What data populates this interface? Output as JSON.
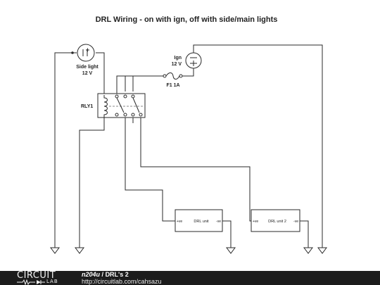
{
  "diagram": {
    "title": "DRL Wiring - on with ign, off with side/main lights",
    "side_light": {
      "name": "Side light",
      "voltage": "12 V"
    },
    "ignition": {
      "name": "Ign",
      "voltage": "12 V"
    },
    "fuse": {
      "label": "F1 1A"
    },
    "relay": {
      "label": "RLY1"
    },
    "drl_units": [
      {
        "label": "DRL unit",
        "pos": "+ve",
        "neg": "-ve"
      },
      {
        "label": "DRL unit 2",
        "pos": "+ve",
        "neg": "-ve"
      }
    ]
  },
  "footer": {
    "logo_top": "CIRCUIT",
    "logo_bottom": "LAB",
    "author": "n204u",
    "separator": "/",
    "project": "DRL's 2",
    "url": "http://circuitlab.com/cahsazu"
  },
  "colors": {
    "wire": "#2a2a2a",
    "footer_bg": "#1c1c1c",
    "dashed": "#888888"
  }
}
